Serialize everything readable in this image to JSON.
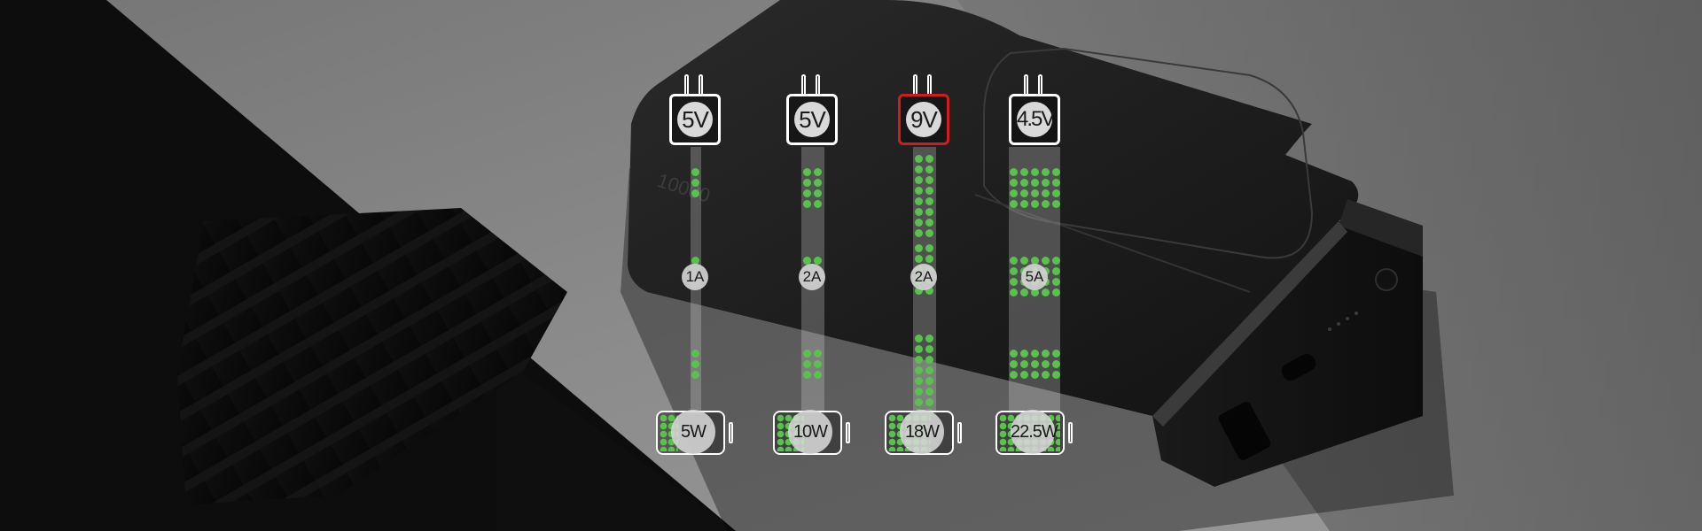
{
  "options": [
    {
      "voltage": "5V",
      "current": "1A",
      "power": "5W",
      "highlight": false,
      "fill_level": 0.3
    },
    {
      "voltage": "5V",
      "current": "2A",
      "power": "10W",
      "highlight": false,
      "fill_level": 0.45
    },
    {
      "voltage": "9V",
      "current": "2A",
      "power": "18W",
      "highlight": true,
      "fill_level": 0.7
    },
    {
      "voltage": "4.5V",
      "current": "5A",
      "power": "22.5W",
      "highlight": false,
      "fill_level": 1.0
    }
  ],
  "colors": {
    "dot_green": "#58c24c",
    "highlight_red": "#d01c1c",
    "outline_white": "#ffffff"
  },
  "icons": [
    "charger-plug-icon",
    "battery-icon"
  ]
}
